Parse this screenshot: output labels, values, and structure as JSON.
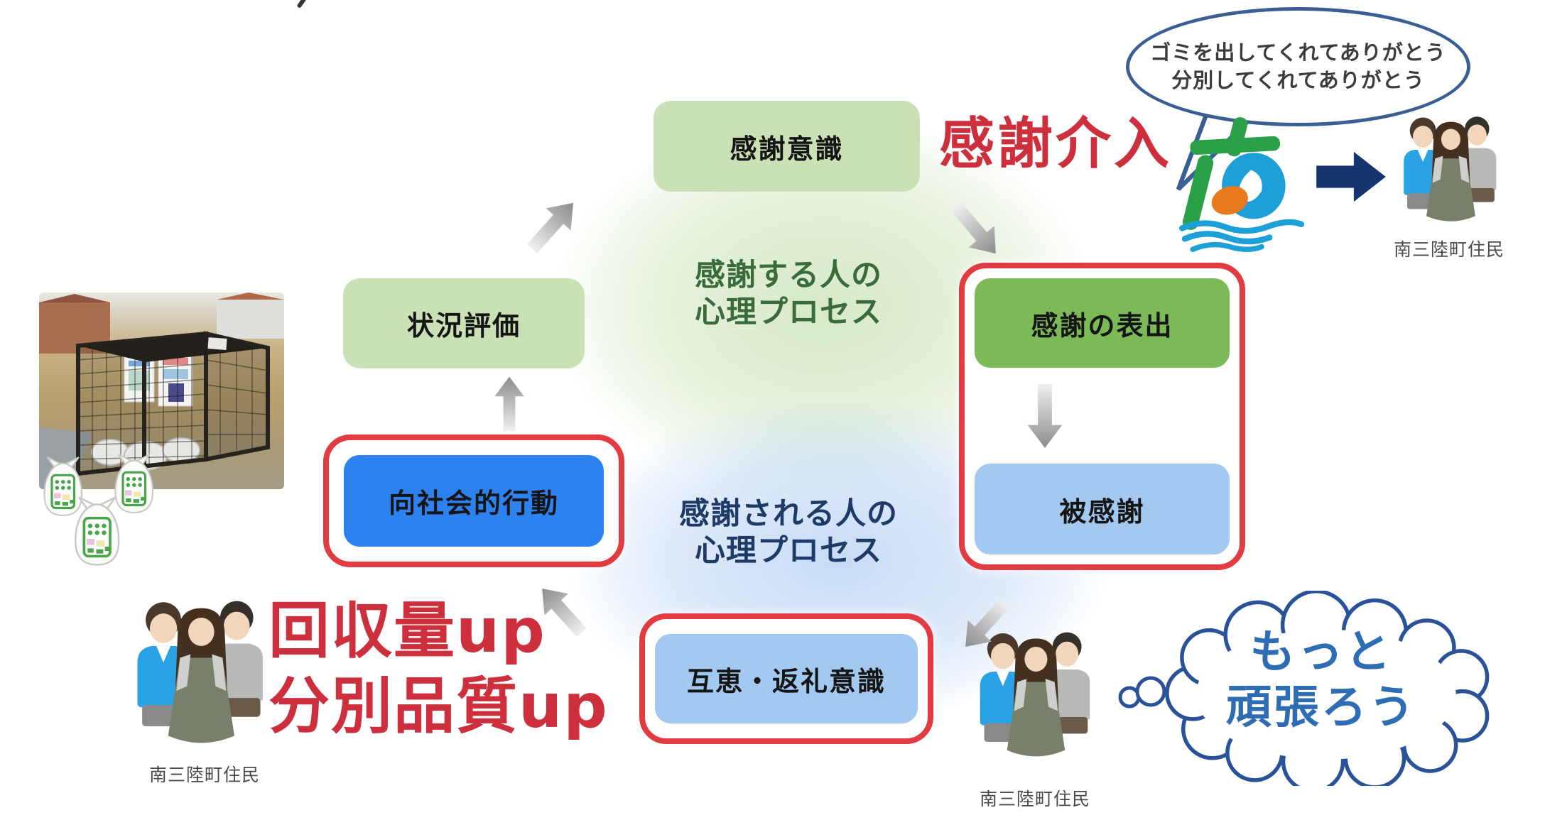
{
  "diagram": {
    "boxes": {
      "gratitude_awareness": "感謝意識",
      "situation_evaluation": "状況評価",
      "gratitude_expression": "感謝の表出",
      "being_thanked": "被感謝",
      "prosocial_behavior": "向社会的行動",
      "reciprocity": "互恵・返礼意識"
    },
    "process_labels": {
      "giver_line1": "感謝する人の",
      "giver_line2": "心理プロセス",
      "receiver_line1": "感謝される人の",
      "receiver_line2": "心理プロセス"
    },
    "intervention_label": "感謝介入",
    "outcome_line1": "回収量up",
    "outcome_line2": "分別品質up"
  },
  "speech_bubble": {
    "line1": "ゴミを出してくれてありがとう",
    "line2": "分別してくれてありがとう"
  },
  "thought_cloud": {
    "line1": "もっと",
    "line2": "頑張ろう"
  },
  "captions": {
    "residents_top_right": "南三陸町住民",
    "residents_bottom_left": "南三陸町住民",
    "residents_bottom_right": "南三陸町住民"
  },
  "icons": {
    "town_logo": "minamisanriku-town-logo",
    "block_arrow": "navy-block-arrow",
    "people_group": "residents-people-group",
    "trash_bags": "sorted-trash-bags",
    "cage_photo": "waste-collection-cage-photo",
    "gray_arrow": "cycle-flow-arrow",
    "speech_bubble": "speech-bubble",
    "thought_cloud": "thought-cloud"
  },
  "colors": {
    "light_green_box": "#c9e1b5",
    "green_box": "#7cba57",
    "light_blue_box": "#a3c9f1",
    "blue_box": "#2e82f0",
    "red_frame": "#e23b41",
    "red_text": "#ce2f3d",
    "dark_green_text": "#3a6b3a",
    "navy_text": "#1e3a66",
    "cloud_text_blue": "#2e6db4",
    "bubble_border": "#3a5f92",
    "block_arrow_navy": "#14356e"
  }
}
